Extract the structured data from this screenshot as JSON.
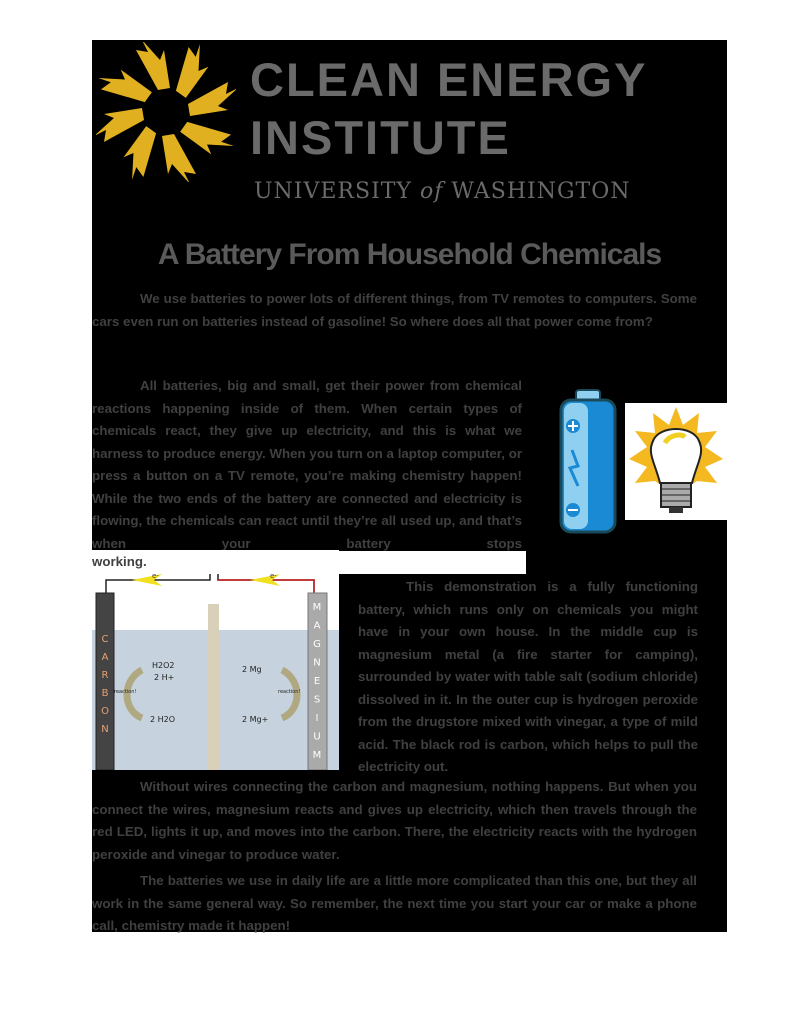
{
  "header": {
    "org_line1": "CLEAN ENERGY",
    "org_line2": "INSTITUTE",
    "university_pre": "UNIVERSITY",
    "university_of": "of",
    "university_post": "WASHINGTON"
  },
  "title": "A Battery From Household Chemicals",
  "paragraphs": {
    "p1": "We use batteries to power lots of different things, from TV remotes to computers. Some cars even run on batteries instead of gasoline! So where does all that power come from?",
    "p2": "All batteries, big and small, get their power from chemical reactions happening inside of them. When certain types of chemicals react, they give up electricity, and this is what we harness to produce energy. When you turn on a laptop computer, or press a button on a TV remote, you’re making chemistry happen! While the two ends of the battery are connected and electricity is flowing, the chemicals can react until they’re all used up, and that’s when your battery stops",
    "p2_end": "working.",
    "p3": "This demonstration is a fully functioning battery, which runs only on chemicals you might have in your own house. In the middle cup is magnesium metal (a fire starter for camping), surrounded by water with table salt (sodium chloride) dissolved in it. In the outer cup is hydrogen peroxide from the drugstore mixed with vinegar, a type of mild acid. The black rod is carbon, which helps to pull the electricity out.",
    "p4": "Without wires connecting the carbon and magnesium, nothing happens. But when you connect the wires, magnesium reacts and gives up electricity, which then travels through the red LED, lights it up, and moves into the carbon. There, the electricity reacts with the hydrogen peroxide and vinegar to produce water.",
    "p5": "The batteries we use in daily life are a little more complicated than this one, but they all work in the same general way. So remember, the next time you start your car or make a phone call, chemistry made it happen!"
  },
  "diagram": {
    "electron": "e-",
    "carbon_letters": [
      "C",
      "A",
      "R",
      "B",
      "O",
      "N"
    ],
    "magnesium_letters": [
      "M",
      "A",
      "G",
      "N",
      "E",
      "S",
      "I",
      "U",
      "M"
    ],
    "left_top1": "H2O2",
    "left_top2": "2 H+",
    "left_bottom": "2 H2O",
    "right_top": "2 Mg",
    "right_bottom": "2 Mg+",
    "reaction": "reaction!"
  },
  "colors": {
    "logo": "#e0b020",
    "battery": "#1a8ad4",
    "led": "#e02020",
    "wire_red": "#d02020"
  }
}
